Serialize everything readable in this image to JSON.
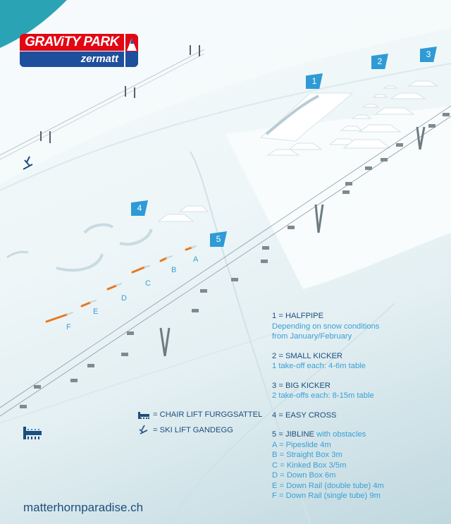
{
  "logo": {
    "line1": "GRAViTY PARK",
    "line2": "zermatt",
    "colors": {
      "red": "#e30613",
      "blue": "#1e4f9c"
    }
  },
  "markers": [
    {
      "id": "1",
      "label": "1"
    },
    {
      "id": "2",
      "label": "2"
    },
    {
      "id": "3",
      "label": "3"
    },
    {
      "id": "4",
      "label": "4"
    },
    {
      "id": "5",
      "label": "5"
    }
  ],
  "jibline_obstacles": [
    "A",
    "B",
    "C",
    "D",
    "E",
    "F"
  ],
  "legend": {
    "items": [
      {
        "title": "1 = HALFPIPE",
        "detail": [
          "Depending on snow conditions",
          "from January/February"
        ]
      },
      {
        "title": "2 = SMALL KICKER",
        "detail": [
          "1 take-off each: 4-6m table"
        ]
      },
      {
        "title": "3 = BIG KICKER",
        "detail": [
          "2 take-offs each: 8-15m table"
        ]
      },
      {
        "title": "4 = EASY CROSS",
        "detail": []
      },
      {
        "title": "5 = JIBLINE",
        "title_suffix": " with obstacles",
        "detail": [
          "A = Pipeslide 4m",
          "B = Straight Box 3m",
          "C = Kinked Box 3/5m",
          "D = Down Box 6m",
          "E = Down Rail (double tube) 4m",
          "F = Down Rail (single tube) 9m"
        ]
      }
    ]
  },
  "lift_legend": {
    "chair_lift": "= CHAIR LIFT FURGGSATTEL",
    "ski_lift": "= SKI LIFT GANDEGG",
    "icons": [
      "chair-lift-icon",
      "ski-lift-icon"
    ]
  },
  "footer": {
    "url": "matterhornparadise.ch"
  },
  "colors": {
    "marker": "#2e9bd6",
    "heading": "#1d4d7e",
    "subtext": "#3a9fd6",
    "rail": "#e8781e",
    "corner": "#2aa3b5"
  }
}
